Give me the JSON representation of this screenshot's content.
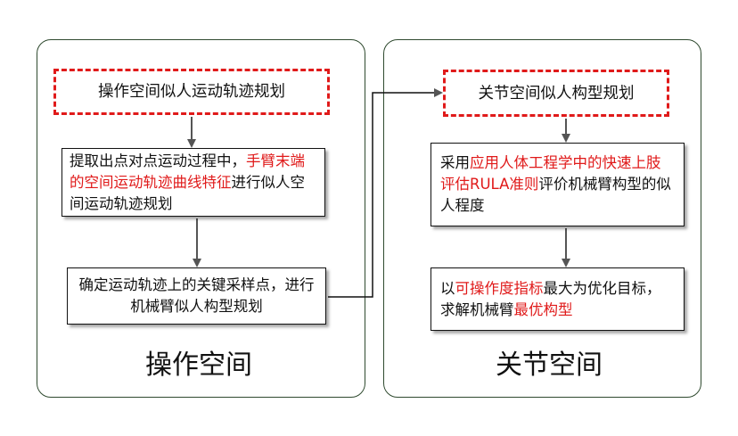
{
  "panels": {
    "operation_space": {
      "label": "操作空间",
      "title_box": "操作空间似人运动轨迹规划",
      "extract_box": {
        "part1": "提取出点对点运动过程中，",
        "part2_red": "手臂末端的空间运动轨迹曲线特征",
        "part3": "进行似人空间运动轨迹规划"
      },
      "confirm_box": "确定运动轨迹上的关键采样点，进行机械臂似人构型规划"
    },
    "joint_space": {
      "label": "关节空间",
      "title_box": "关节空间似人构型规划",
      "rula_box": {
        "part1": "采用",
        "part2_red": "应用人体工程学中的快速上肢评估RULA准则",
        "part3": "评价机械臂构型的似人程度"
      },
      "opt_box": {
        "part1": "以",
        "part2_red": "可操作度指标",
        "part3": "最大为优化目标，求解机械臂",
        "part4_red": "最优构型"
      }
    }
  },
  "colors": {
    "highlight": "#e01a1a",
    "panel_border": "#2f4a2f",
    "arrow": "#555555"
  }
}
